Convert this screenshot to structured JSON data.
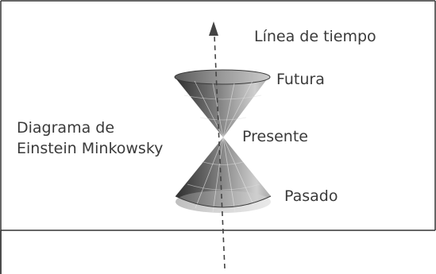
{
  "labels": {
    "time_axis": "Línea de tiempo",
    "future": "Futura",
    "present": "Presente",
    "past": "Pasado",
    "title_line1": "Diagrama de",
    "title_line2": "Einstein Minkowsky"
  },
  "colors": {
    "text": "#3a3a3a",
    "frame": "#333333",
    "axis": "#444444",
    "cone_dark": "#3c3c3c",
    "cone_light": "#bdbdbd"
  }
}
